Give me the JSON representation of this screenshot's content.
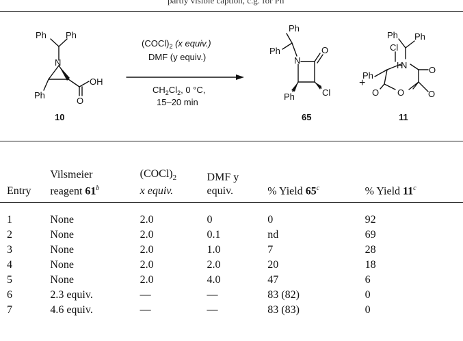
{
  "caption_fragment": "partly visible caption, c.g. for Ph",
  "scheme": {
    "reactant": {
      "ph_left": "Ph",
      "ph_right": "Ph",
      "n": "N",
      "ph_ring": "Ph",
      "oh": "OH",
      "o": "O",
      "label": "10"
    },
    "conditions": {
      "line1": "(COCl)",
      "line1_sub": "2",
      "line1_x": " (x equiv.)",
      "line2": "DMF (y equiv.)",
      "line3a": "CH",
      "line3b": "Cl",
      "line3c": ", 0 °C,",
      "line4": "15–20 min"
    },
    "product1": {
      "ph_top": "Ph",
      "ph_left": "Ph",
      "n": "N",
      "o": "O",
      "cl": "Cl",
      "ph_ring": "Ph",
      "label": "65"
    },
    "plus": "+",
    "product2": {
      "ph_a": "Ph",
      "ph_b": "Ph",
      "cl": "Cl",
      "h": "H",
      "ph": "Ph",
      "n": "N",
      "o_right": "O",
      "o_left": "O",
      "o_ring": "O",
      "o_bottom": "O",
      "label": "11"
    }
  },
  "table": {
    "headers": {
      "entry": "Entry",
      "vilsmeier_line1": "Vilsmeier",
      "vilsmeier_line2": "reagent",
      "vilsmeier_num": "61",
      "vilsmeier_sup": "b",
      "cocl_line1": "(COCl)",
      "cocl_sub": "2",
      "cocl_line2": "x equiv.",
      "dmf_line1": "DMF y",
      "dmf_line2": "equiv.",
      "yield65": "% Yield ",
      "yield65_num": "65",
      "yield65_sup": "c",
      "yield11": "% Yield ",
      "yield11_num": "11",
      "yield11_sup": "c"
    },
    "rows": [
      {
        "entry": "1",
        "vilsmeier": "None",
        "cocl": "2.0",
        "dmf": "0",
        "y65": "0",
        "y11": "92"
      },
      {
        "entry": "2",
        "vilsmeier": "None",
        "cocl": "2.0",
        "dmf": "0.1",
        "y65": "nd",
        "y11": "69"
      },
      {
        "entry": "3",
        "vilsmeier": "None",
        "cocl": "2.0",
        "dmf": "1.0",
        "y65": "7",
        "y11": "28"
      },
      {
        "entry": "4",
        "vilsmeier": "None",
        "cocl": "2.0",
        "dmf": "2.0",
        "y65": "20",
        "y11": "18"
      },
      {
        "entry": "5",
        "vilsmeier": "None",
        "cocl": "2.0",
        "dmf": "4.0",
        "y65": "47",
        "y11": "6"
      },
      {
        "entry": "6",
        "vilsmeier": "2.3 equiv.",
        "cocl": "—",
        "dmf": "—",
        "y65": "83 (82)",
        "y11": "0"
      },
      {
        "entry": "7",
        "vilsmeier": "4.6 equiv.",
        "cocl": "—",
        "dmf": "—",
        "y65": "83 (83)",
        "y11": "0"
      }
    ]
  }
}
